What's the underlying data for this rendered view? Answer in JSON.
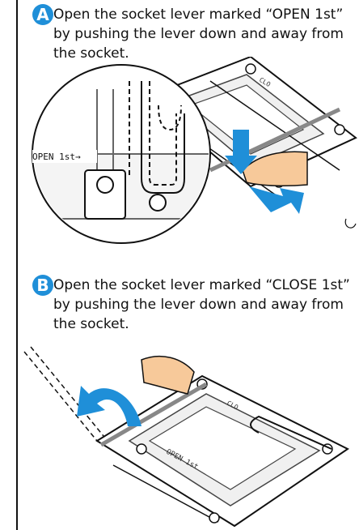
{
  "steps": [
    {
      "letter": "A",
      "lines": [
        "Open the socket lever marked “OPEN 1st”",
        "by pushing the lever down and away from",
        "the socket."
      ],
      "callout_label": "OPEN 1st→",
      "socket_label": "1st",
      "marking": "CLO"
    },
    {
      "letter": "B",
      "lines": [
        "Open the socket lever marked “CLOSE 1st”",
        "by pushing the lever down and away from",
        "the socket."
      ],
      "socket_label": "OPEN 1st",
      "marking": "CLO"
    }
  ],
  "colors": {
    "accent": "#1f8fd8",
    "arrow": "#1f8fd8",
    "finger": "#f7c99a"
  },
  "icons": [
    "arrow-down-icon",
    "arrow-right-icon",
    "arrow-curved-icon"
  ]
}
